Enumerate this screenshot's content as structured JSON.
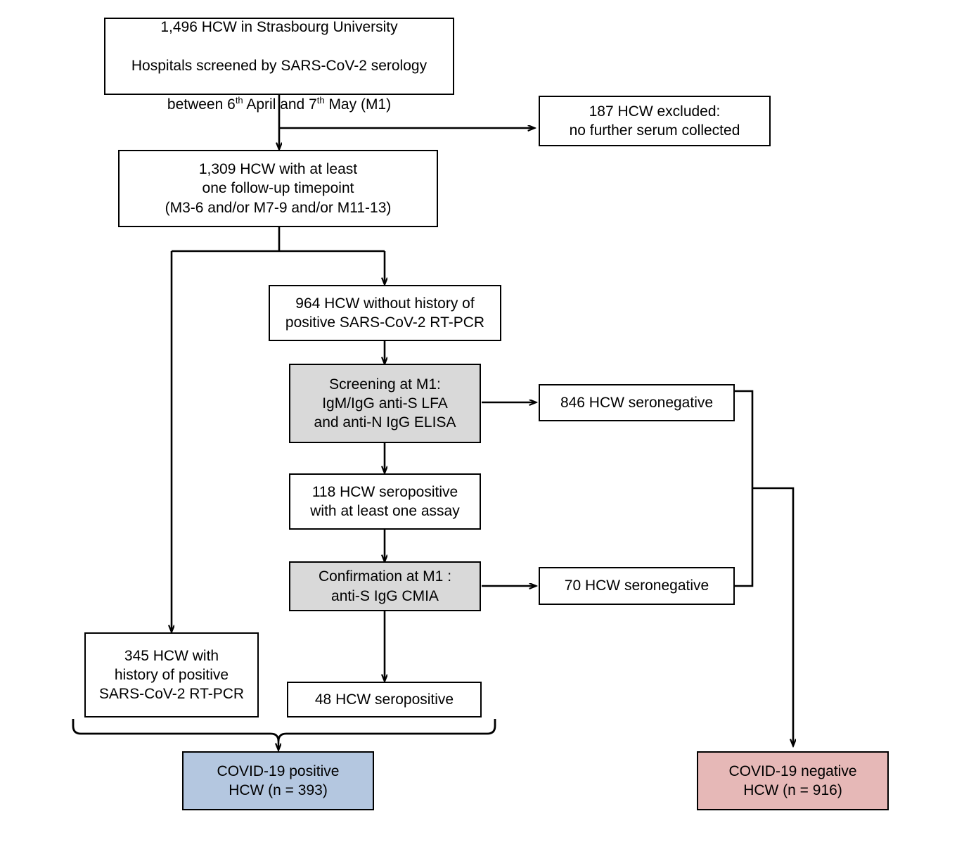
{
  "diagram": {
    "title": "Study flowchart of HCW SARS-CoV-2 serology screening",
    "type": "flowchart",
    "colors": {
      "white": "#ffffff",
      "gray": "#d9d9d9",
      "blue": "#b4c7e0",
      "pink": "#e6b8b7",
      "stroke": "#000000"
    },
    "nodes": {
      "screened": {
        "line1": "1,496 HCW in Strasbourg University",
        "line2": "Hospitals screened by SARS-CoV-2 serology",
        "line3_a": "between 6",
        "line3_sup1": "th",
        "line3_b": " April and 7",
        "line3_sup2": "th",
        "line3_c": " May (M1)"
      },
      "excluded": "187 HCW excluded:\nno further serum collected",
      "followup": "1,309 HCW with at least\none follow-up timepoint\n(M3-6 and/or M7-9 and/or M11-13)",
      "no_history": "964 HCW without history of\npositive SARS-CoV-2 RT-PCR",
      "screening_m1": "Screening at M1:\nIgM/IgG anti-S LFA\nand anti-N IgG ELISA",
      "seroneg_846": "846 HCW seronegative",
      "seropos_118": "118 HCW seropositive\nwith at least one assay",
      "confirmation_m1": "Confirmation at M1 :\nanti-S IgG CMIA",
      "seroneg_70": "70 HCW seronegative",
      "history_345": "345 HCW with\nhistory of positive\nSARS-CoV-2 RT-PCR",
      "seropos_48": "48 HCW seropositive",
      "covid_positive": "COVID-19 positive\nHCW (n = 393)",
      "covid_negative": "COVID-19 negative\nHCW (n = 916)"
    }
  }
}
